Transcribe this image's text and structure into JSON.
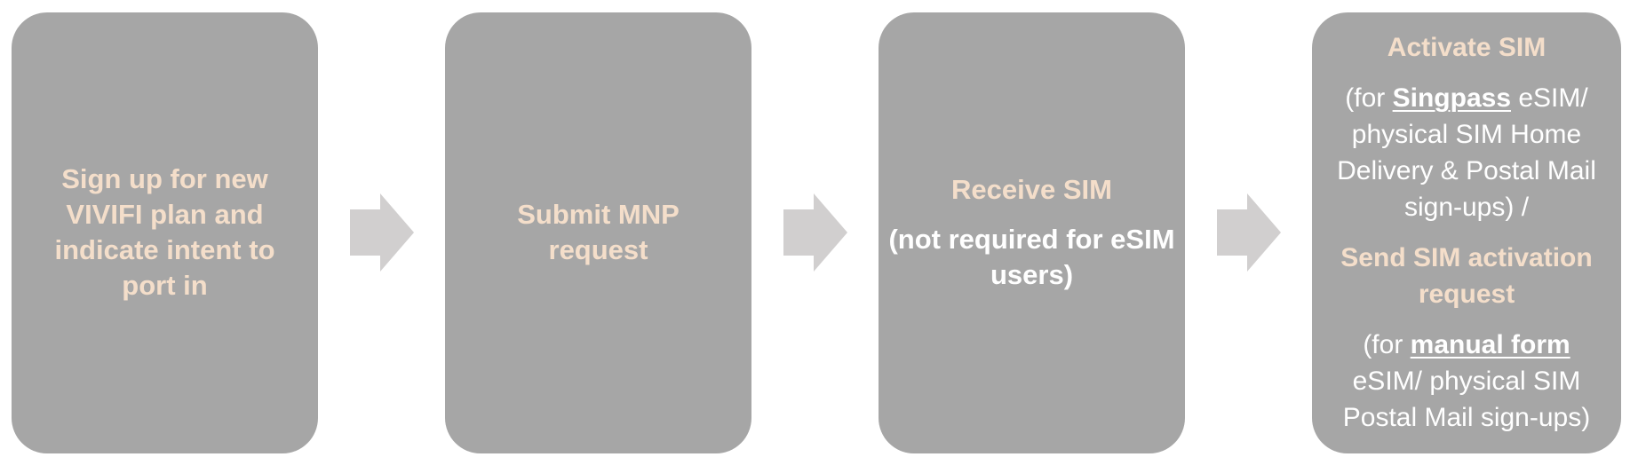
{
  "colors": {
    "box_bg": "#A6A6A6",
    "arrow": "#D1CFCF",
    "accent_text": "#F4DECA",
    "body_text": "#FFFFFF"
  },
  "flowchart": {
    "steps": [
      {
        "title": "Sign up for new VIVIFI plan and indicate intent to port in"
      },
      {
        "title": "Submit MNP request"
      },
      {
        "title": "Receive SIM",
        "note": "(not required for eSIM users)"
      },
      {
        "title_activate": "Activate SIM",
        "note_activate": {
          "prefix": "(for ",
          "highlight": "Singpass",
          "suffix": " eSIM/ physical SIM Home Delivery & Postal Mail sign-ups) /"
        },
        "title_send": "Send SIM activation request",
        "note_send": {
          "prefix": "(for ",
          "highlight": "manual form",
          "suffix": " eSIM/ physical SIM Postal Mail sign-ups)"
        }
      }
    ]
  }
}
